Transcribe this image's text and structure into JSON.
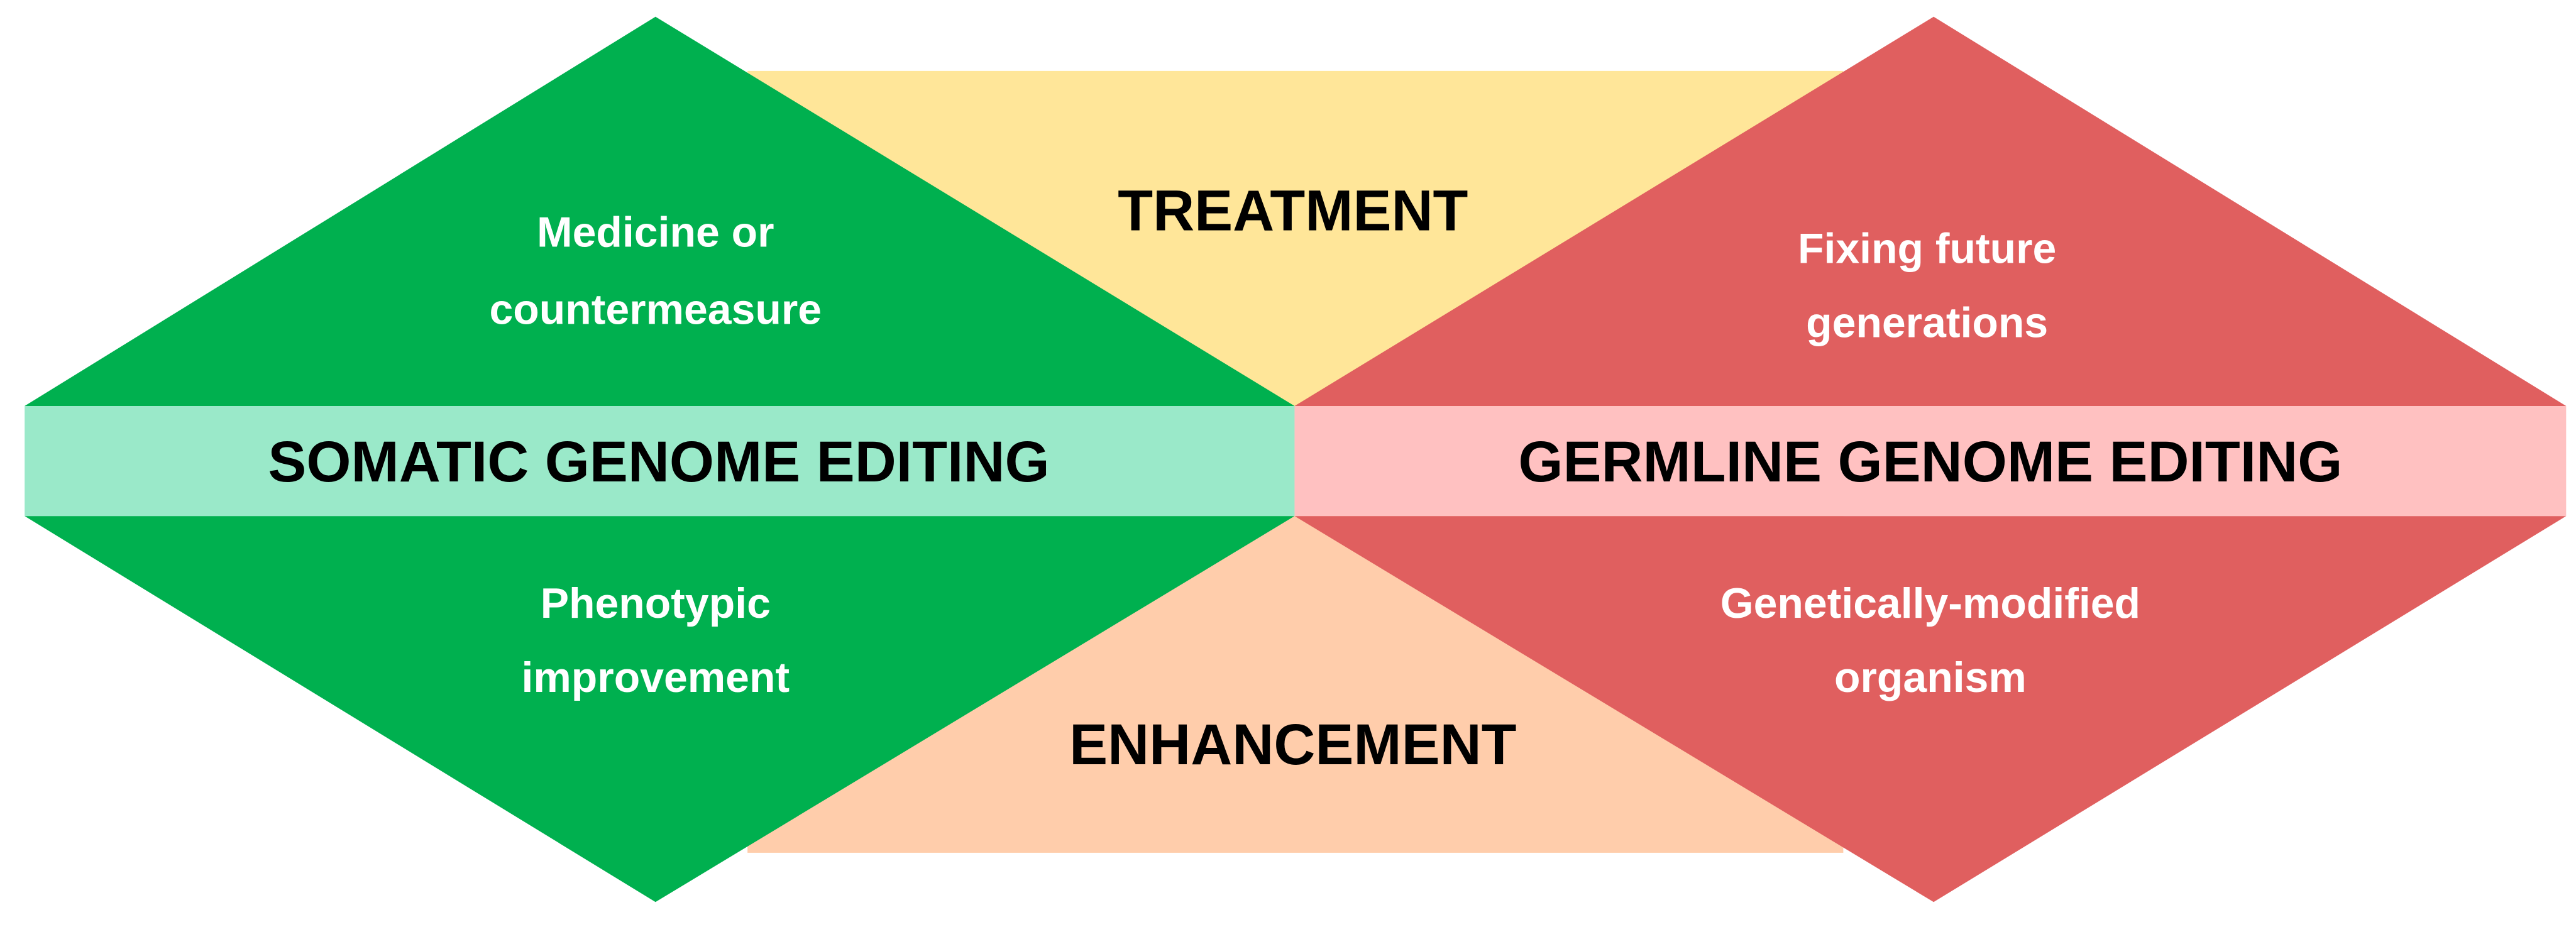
{
  "colors": {
    "somatic_diamond": "#00b04f",
    "germline_diamond": "#e05f5f",
    "treatment_band": "#ffe699",
    "enhancement_band": "#ffcdab",
    "somatic_bar": "#9ae9c9",
    "germline_bar": "#ffc1c1"
  },
  "labels": {
    "somatic": "SOMATIC GENOME EDITING",
    "germline": "GERMLINE GENOME EDITING",
    "treatment": "TREATMENT",
    "enhancement": "ENHANCEMENT"
  },
  "quadrants": {
    "somatic_treatment": [
      "Medicine or",
      "countermeasure"
    ],
    "germline_treatment": [
      "Fixing future",
      "generations"
    ],
    "somatic_enhancement": [
      "Phenotypic",
      "improvement"
    ],
    "germline_enhancement": [
      "Genetically-modified",
      "organism"
    ]
  }
}
